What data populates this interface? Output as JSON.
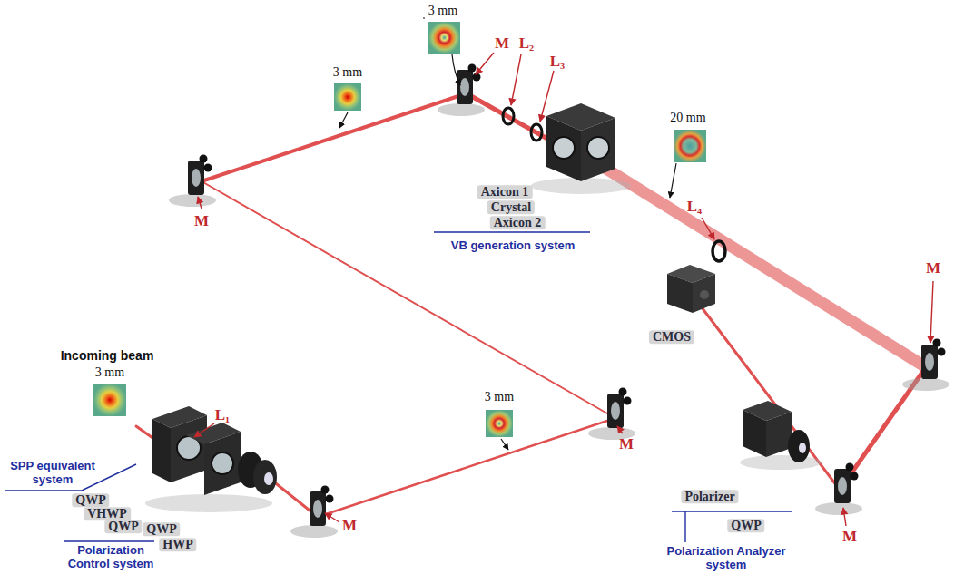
{
  "diagram": {
    "labels": [
      "3 mm",
      "M",
      "L₂",
      "L₃",
      "20 mm",
      "Axicon 1",
      "Crystal",
      "Axicon 2",
      "VB generation system",
      "M",
      "3 mm",
      "L₄",
      "M",
      "Incoming beam",
      "3 mm",
      "L₁",
      "CMOS",
      "Polarizer",
      "QWP",
      "SPP equivalent system",
      "QWP",
      "VHWP",
      "QWP",
      "QWP",
      "HWP",
      "Polarization Control system",
      "3 mm",
      "M",
      "M",
      "M",
      "Polarization Analyzer system"
    ]
  }
}
